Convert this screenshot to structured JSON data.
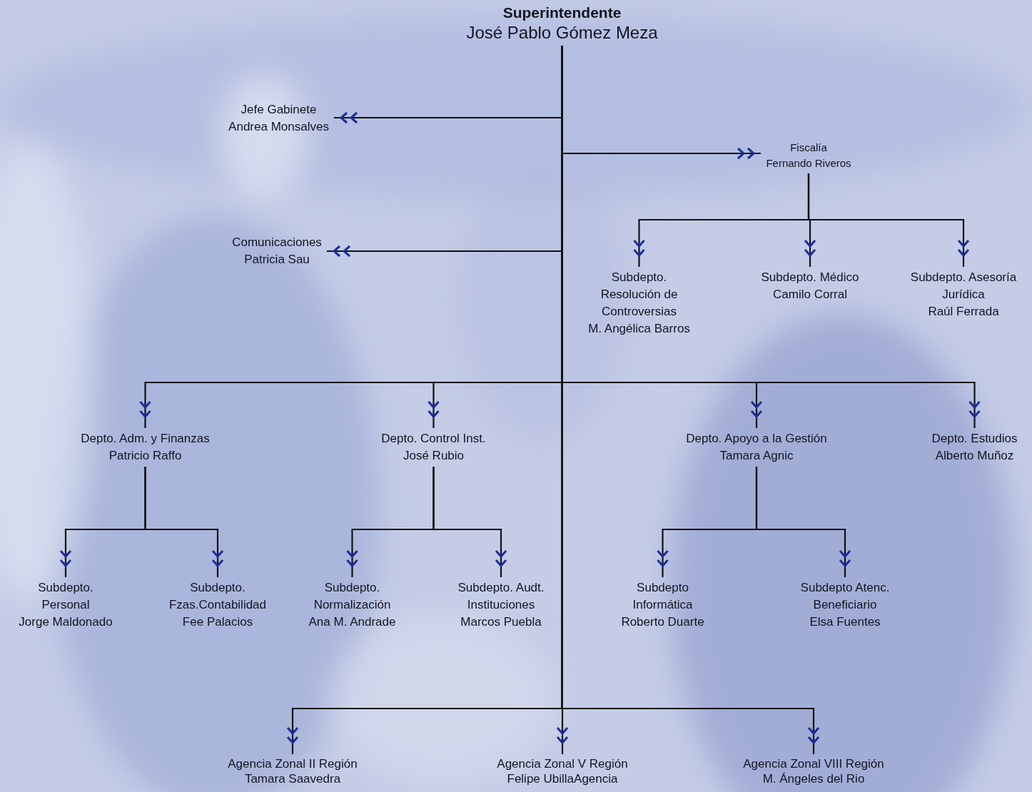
{
  "diagram": {
    "nodes": [
      {
        "text": [
          "Superintendente",
          "José Pablo Gómez Meza"
        ]
      },
      {
        "text": [
          "Jefe Gabinete",
          "Andrea Monsalves"
        ]
      },
      {
        "text": [
          "Fiscalía",
          "Fernando Riveros"
        ]
      },
      {
        "text": [
          "Comunicaciones",
          "Patricia Sau"
        ]
      },
      {
        "text": [
          "Subdepto. Resolución de Controversias",
          "M. Angélica Barros"
        ]
      },
      {
        "text": [
          "Subdepto. Médico",
          "Camilo Corral"
        ]
      },
      {
        "text": [
          "Subdepto. Asesoría Jurídica",
          "Raúl Ferrada"
        ]
      },
      {
        "text": [
          "Depto. Adm. y Finanzas",
          "Patricio Raffo"
        ]
      },
      {
        "text": [
          "Depto. Control Inst.",
          "José Rubio"
        ]
      },
      {
        "text": [
          "Depto. Apoyo a la Gestión",
          "Tamara Agnic"
        ]
      },
      {
        "text": [
          "Depto. Estudios",
          "Alberto Muñoz"
        ]
      },
      {
        "text": [
          "Subdepto. Personal",
          "Jorge Maldonado"
        ]
      },
      {
        "text": [
          "Subdepto. Fzas.Contabilidad",
          "Fee Palacios"
        ]
      },
      {
        "text": [
          "Subdepto. Normalización",
          "Ana M. Andrade"
        ]
      },
      {
        "text": [
          "Subdepto. Audt. Instituciones",
          "Marcos Puebla"
        ]
      },
      {
        "text": [
          "Subdepto Informática",
          "Roberto Duarte"
        ]
      },
      {
        "text": [
          "Subdepto Atenc. Beneficiario",
          "Elsa Fuentes"
        ]
      },
      {
        "text": [
          "Agencia Zonal II Región",
          "Tamara Saavedra"
        ]
      },
      {
        "text": [
          "Agencia Zonal V Región",
          "Felipe UbillaAgencia"
        ]
      },
      {
        "text": [
          "Agencia Zonal VIII Región",
          "M. Ángeles del Rio"
        ]
      }
    ],
    "edges": [
      {
        "from": 0,
        "to": 1,
        "arrow": "to"
      },
      {
        "from": 0,
        "to": 2,
        "arrow": "to"
      },
      {
        "from": 0,
        "to": 3,
        "arrow": "to"
      },
      {
        "from": 2,
        "to": 4,
        "arrow": "to"
      },
      {
        "from": 2,
        "to": 5,
        "arrow": "to"
      },
      {
        "from": 2,
        "to": 6,
        "arrow": "to"
      },
      {
        "from": 0,
        "to": 7,
        "arrow": "to"
      },
      {
        "from": 0,
        "to": 8,
        "arrow": "to"
      },
      {
        "from": 0,
        "to": 9,
        "arrow": "to"
      },
      {
        "from": 0,
        "to": 10,
        "arrow": "to"
      },
      {
        "from": 7,
        "to": 11,
        "arrow": "to"
      },
      {
        "from": 7,
        "to": 12,
        "arrow": "to"
      },
      {
        "from": 8,
        "to": 13,
        "arrow": "to"
      },
      {
        "from": 8,
        "to": 14,
        "arrow": "to"
      },
      {
        "from": 9,
        "to": 15,
        "arrow": "to"
      },
      {
        "from": 9,
        "to": 16,
        "arrow": "to"
      },
      {
        "from": 0,
        "to": 17,
        "arrow": "to"
      },
      {
        "from": 0,
        "to": 18,
        "arrow": "to"
      },
      {
        "from": 0,
        "to": 19,
        "arrow": "to"
      }
    ]
  }
}
